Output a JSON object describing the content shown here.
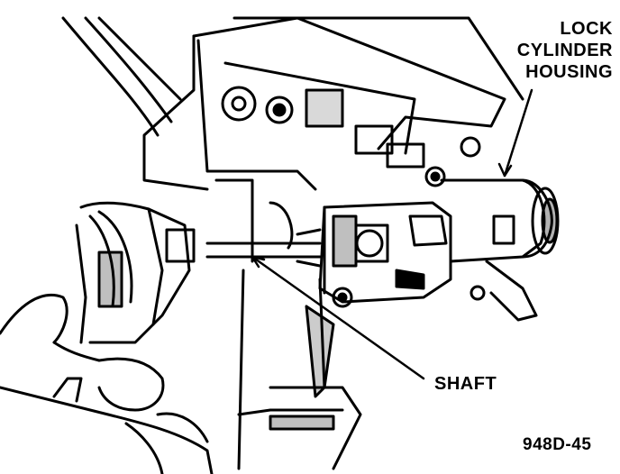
{
  "labels": {
    "lock_cylinder_housing": [
      "LOCK",
      "CYLINDER",
      "HOUSING"
    ],
    "shaft": "SHAFT",
    "figure_id": "948D-45"
  },
  "colors": {
    "ink": "#000000",
    "paper": "#ffffff"
  }
}
